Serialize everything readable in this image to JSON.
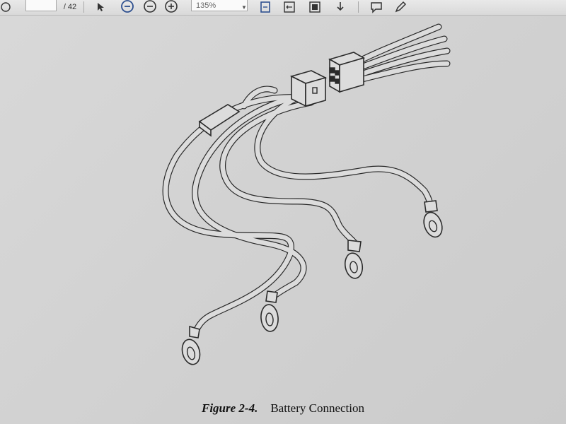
{
  "toolbar": {
    "page_field": "",
    "page_count": "/ 42",
    "zoom_value": "135%"
  },
  "figure": {
    "number": "Figure 2-4.",
    "title": "Battery Connection"
  }
}
